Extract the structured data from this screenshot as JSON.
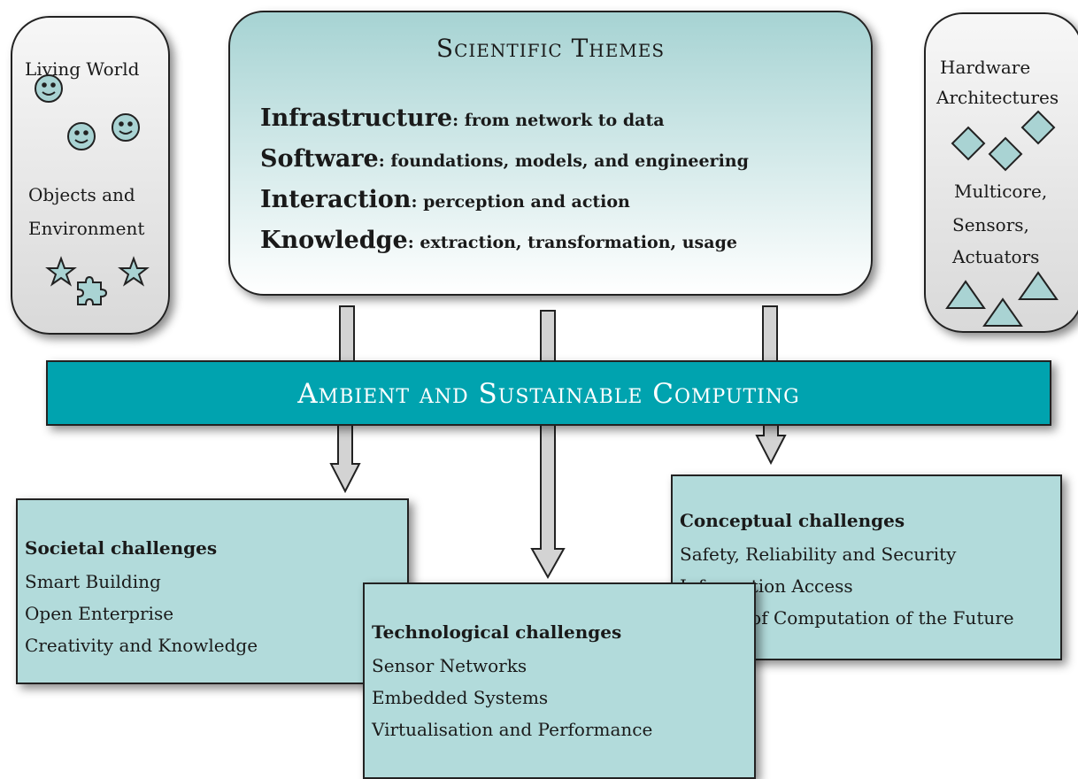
{
  "left_panel": {
    "living_world": "Living World",
    "objects_line1": "Objects and",
    "objects_line2": "Environment"
  },
  "right_panel": {
    "hardware_line1": "Hardware",
    "hardware_line2": "Architectures",
    "multicore": "Multicore,",
    "sensors": "Sensors,",
    "actuators": "Actuators"
  },
  "themes": {
    "title": "Scientific Themes",
    "items": [
      {
        "name": "Infrastructure",
        "desc": ": from network to data"
      },
      {
        "name": "Software",
        "desc": ": foundations, models, and engineering"
      },
      {
        "name": "Interaction",
        "desc": ": perception and action"
      },
      {
        "name": "Knowledge",
        "desc": ": extraction, transformation, usage"
      }
    ]
  },
  "banner": {
    "title": "Ambient and Sustainable Computing"
  },
  "challenges": {
    "societal": {
      "title": "Societal challenges",
      "items": [
        "Smart Building",
        "Open Enterprise",
        "Creativity and Knowledge"
      ]
    },
    "technological": {
      "title": "Technological challenges",
      "items": [
        "Sensor Networks",
        "Embedded Systems",
        "Virtualisation and Performance"
      ]
    },
    "conceptual": {
      "title": "Conceptual challenges",
      "items": [
        "Safety, Reliability and Security",
        "Information Access",
        "Models of Computation of the Future"
      ]
    }
  },
  "colors": {
    "teal_banner": "#00a3af",
    "challenge_fill": "#b2dbdb",
    "icon_fill": "#a9d3d3",
    "arrow_fill": "#d3d3d3"
  },
  "icons": [
    "smiley-icon",
    "star-icon",
    "puzzle-icon",
    "diamond-icon",
    "triangle-icon",
    "arrow-icon"
  ]
}
